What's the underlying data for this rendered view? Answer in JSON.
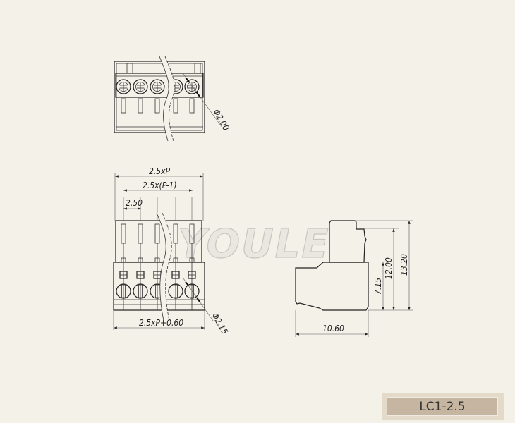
{
  "top_view": {
    "diameter_label": "Φ2.00"
  },
  "front_view": {
    "dim_total": "2.5xP",
    "dim_span": "2.5x(P-1)",
    "dim_pitch": "2.50",
    "dim_bottom": "2.5xP+0.60",
    "diameter_label": "Φ2.15"
  },
  "side_view": {
    "dim_width": "10.60",
    "dim_h1": "7.15",
    "dim_h2": "12.00",
    "dim_h3": "13.20"
  },
  "watermark": "YOULE",
  "part_label": "LC1-2.5",
  "colors": {
    "background": "#f4f1e9",
    "label_outer": "#e3dac9",
    "label_inner": "#c6b6a1"
  }
}
